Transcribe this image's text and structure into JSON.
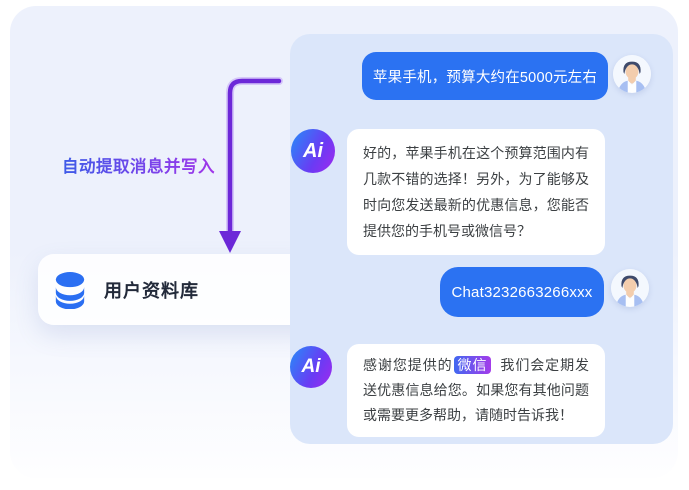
{
  "diagram": {
    "flow_label": "自动提取消息并写入",
    "database": {
      "label": "用户资料库"
    }
  },
  "chat": {
    "ai_avatar_label": "Ai",
    "messages": [
      {
        "role": "user",
        "text": "苹果手机，预算大约在5000元左右"
      },
      {
        "role": "ai",
        "text": "好的，苹果手机在这个预算范围内有几款不错的选择！另外，为了能够及时向您发送最新的优惠信息，您能否提供您的手机号或微信号？"
      },
      {
        "role": "user",
        "text": "Chat3232663266xxx"
      },
      {
        "role": "ai",
        "text_before": "感谢您提供的",
        "highlight": "微信",
        "text_after": "我们会定期发送优惠信息给您。如果您有其他问题或需要更多帮助，请随时告诉我！"
      }
    ]
  },
  "colors": {
    "card_background_top": "#EDF1FC",
    "chat_panel": "#DBE6FA",
    "user_bubble": "#2B72F2",
    "ai_bubble": "#FFFFFF",
    "arrow": "#6C28D8",
    "flow_label_gradient_start": "#3D5BE8",
    "flow_label_gradient_end": "#A135E9",
    "highlight_gradient_start": "#4168F0",
    "highlight_gradient_end": "#A43BEA",
    "database_icon": "#2B6FF2",
    "ai_avatar_gradient_start": "#2E82F8",
    "ai_avatar_gradient_end": "#9A2BEF"
  }
}
